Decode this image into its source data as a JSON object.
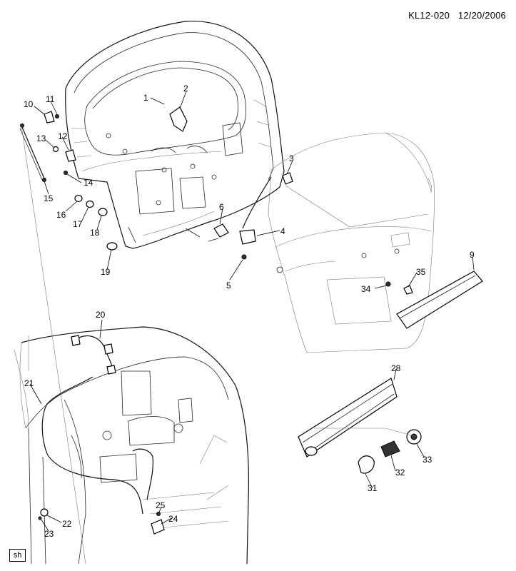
{
  "header": {
    "code": "KL12-020",
    "date": "12/20/2006"
  },
  "tag": "sh",
  "callouts": [
    {
      "id": "c1",
      "label": "1"
    },
    {
      "id": "c2",
      "label": "2"
    },
    {
      "id": "c3",
      "label": "3"
    },
    {
      "id": "c4",
      "label": "4"
    },
    {
      "id": "c5",
      "label": "5"
    },
    {
      "id": "c6",
      "label": "6"
    },
    {
      "id": "c9",
      "label": "9"
    },
    {
      "id": "c10",
      "label": "10"
    },
    {
      "id": "c11",
      "label": "11"
    },
    {
      "id": "c12",
      "label": "12"
    },
    {
      "id": "c13",
      "label": "13"
    },
    {
      "id": "c14",
      "label": "14"
    },
    {
      "id": "c15",
      "label": "15"
    },
    {
      "id": "c16",
      "label": "16"
    },
    {
      "id": "c17",
      "label": "17"
    },
    {
      "id": "c18",
      "label": "18"
    },
    {
      "id": "c19",
      "label": "19"
    },
    {
      "id": "c20",
      "label": "20"
    },
    {
      "id": "c21",
      "label": "21"
    },
    {
      "id": "c22",
      "label": "22"
    },
    {
      "id": "c23",
      "label": "23"
    },
    {
      "id": "c24",
      "label": "24"
    },
    {
      "id": "c25",
      "label": "25"
    },
    {
      "id": "c28",
      "label": "28"
    },
    {
      "id": "c31",
      "label": "31"
    },
    {
      "id": "c32",
      "label": "32"
    },
    {
      "id": "c33",
      "label": "33"
    },
    {
      "id": "c34",
      "label": "34"
    },
    {
      "id": "c35",
      "label": "35"
    }
  ]
}
